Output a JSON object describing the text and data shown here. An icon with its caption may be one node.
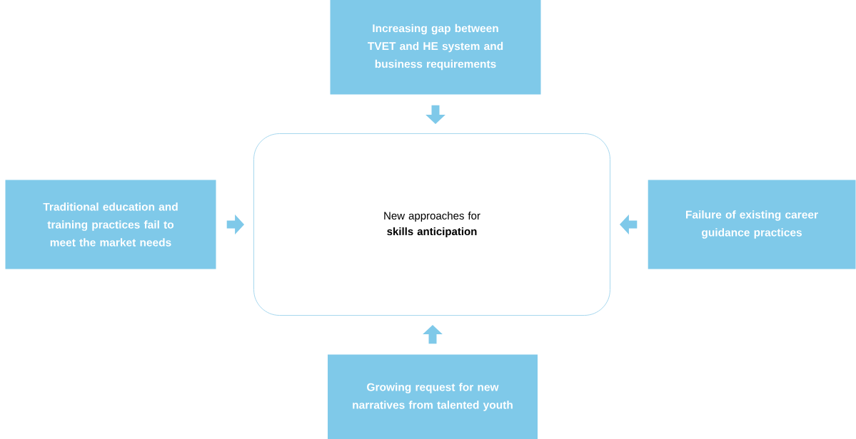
{
  "diagram": {
    "nodes": [
      {
        "text": [
          "Increasing gap between TVET and HE system and business requirements"
        ]
      },
      {
        "text": [
          "Traditional education and training practices fail to meet the market needs"
        ]
      },
      {
        "text": [
          "New approaches for **skills anticipation**"
        ]
      },
      {
        "text": [
          "Failure of existing career guidance practices"
        ]
      },
      {
        "text": [
          "Growing request for new narratives from talented youth"
        ]
      }
    ],
    "edges": [
      {
        "from": 0,
        "to": 2,
        "arrow": "to"
      },
      {
        "from": 1,
        "to": 2,
        "arrow": "to"
      },
      {
        "from": 3,
        "to": 2,
        "arrow": "to"
      },
      {
        "from": 4,
        "to": 2,
        "arrow": "to"
      }
    ]
  }
}
